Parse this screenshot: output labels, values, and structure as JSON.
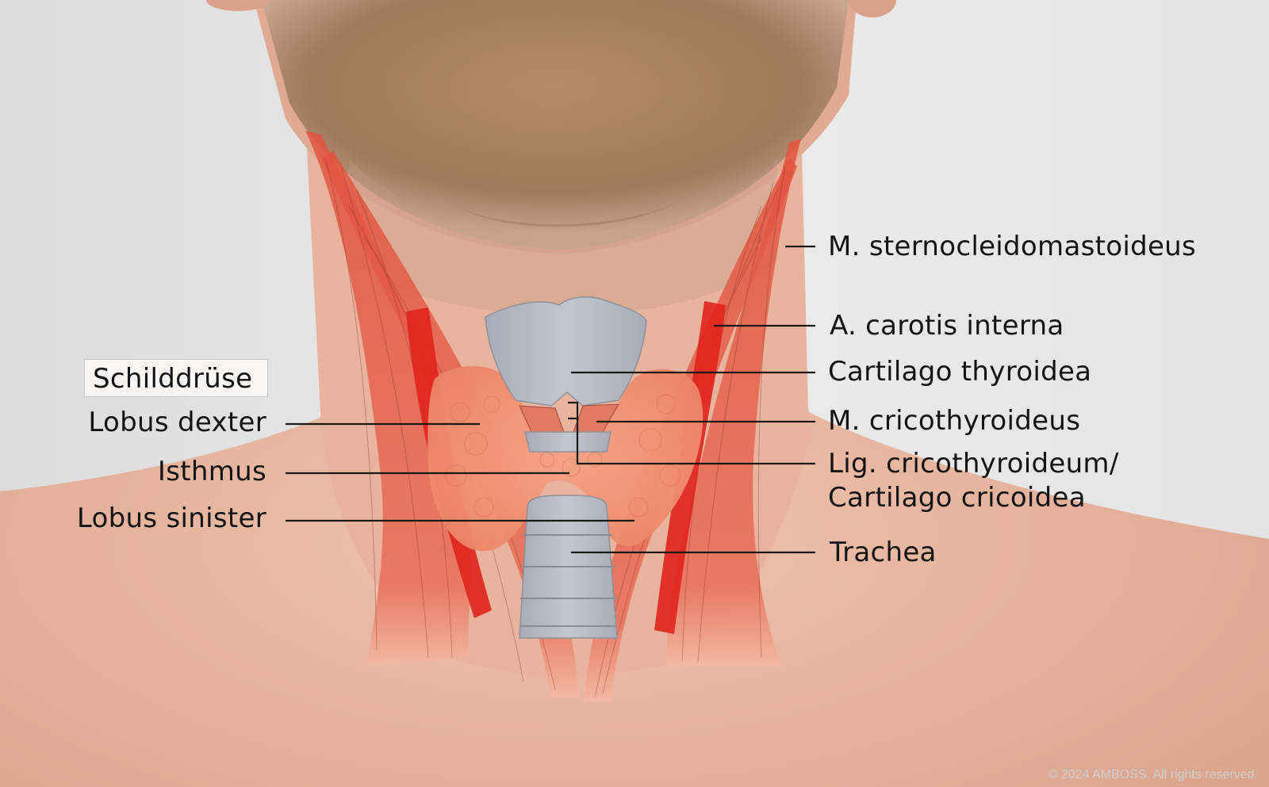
{
  "diagram_title": "Schilddrüse",
  "colors": {
    "background": "#e6e6e6",
    "skin": "#e9b6a0",
    "beard": "#9a7a58",
    "muscle": "#e2604e",
    "artery": "#e0231d",
    "thyroid": "#ee9275",
    "cartilage": "#b3b6bf",
    "label_line": "#1a1a1a"
  },
  "labels_left": {
    "lobus_dexter": "Lobus dexter",
    "isthmus": "Isthmus",
    "lobus_sinister": "Lobus sinister"
  },
  "labels_right": {
    "sternocleidomastoideus": "M. sternocleidomastoideus",
    "carotis": "A. carotis interna",
    "cartilago_thyroidea": "Cartilago thyroidea",
    "cricothyroideus": "M. cricothyroideus",
    "lig_line1": "Lig. cricothyroideum/",
    "lig_line2": "Cartilago cricoidea",
    "trachea": "Trachea"
  },
  "copyright": "© 2024 AMBOSS. All rights reserved."
}
